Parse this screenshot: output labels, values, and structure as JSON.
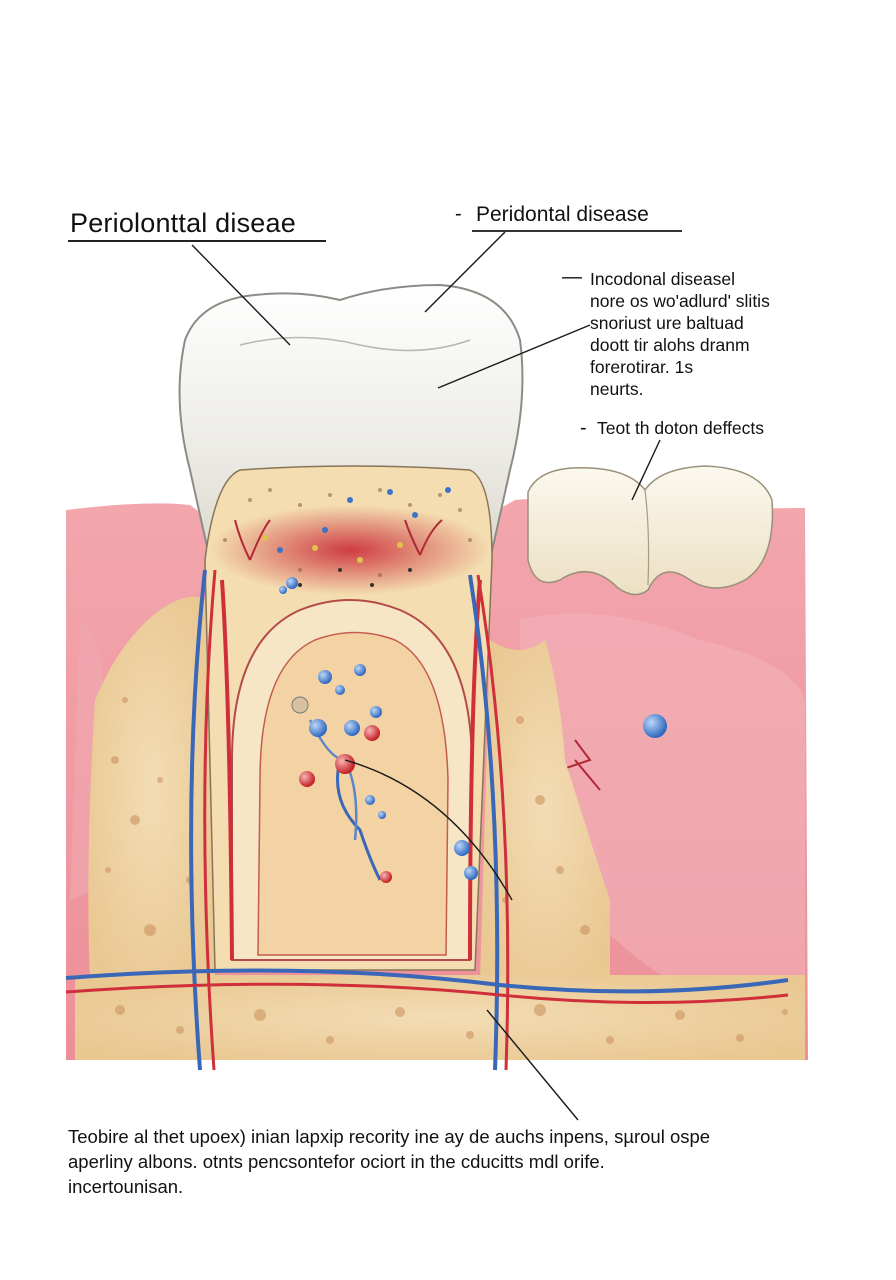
{
  "labels": {
    "main_title": "Periolonttal diseae",
    "right_title": "Peridontal disease",
    "right_title_dash": "-",
    "paragraph_dash": "—",
    "paragraph_lines": [
      "Incodonal diseasel",
      "nore os wo'adlurd' slitis",
      "snoriust ure baltuad",
      "doott tir alohs dranm",
      "forerotirar. 1s",
      "neurts."
    ],
    "defects_dash": "-",
    "defects_label": "Teot th doton deffects"
  },
  "caption": {
    "lines": [
      "Teobire al thet upoex) inian lapxip recority ine ay de auchs inpens,  sµroul ospe",
      "aperliny albons. otnts pencsontefor ociort  in  the cducitts mdl orife.",
      "incertounisan."
    ]
  },
  "colors": {
    "gum": "#ee9aa3",
    "gum_dark": "#d9747f",
    "bone": "#f0d3a6",
    "bone_spots": "#c98e5a",
    "enamel": "#f1f1ee",
    "dentin": "#f6e4bd",
    "pulp_red": "#cf2f3a",
    "vein_blue": "#3a67b8",
    "bubble_blue": "#4d86d6",
    "bubble_red": "#d93a3a"
  }
}
